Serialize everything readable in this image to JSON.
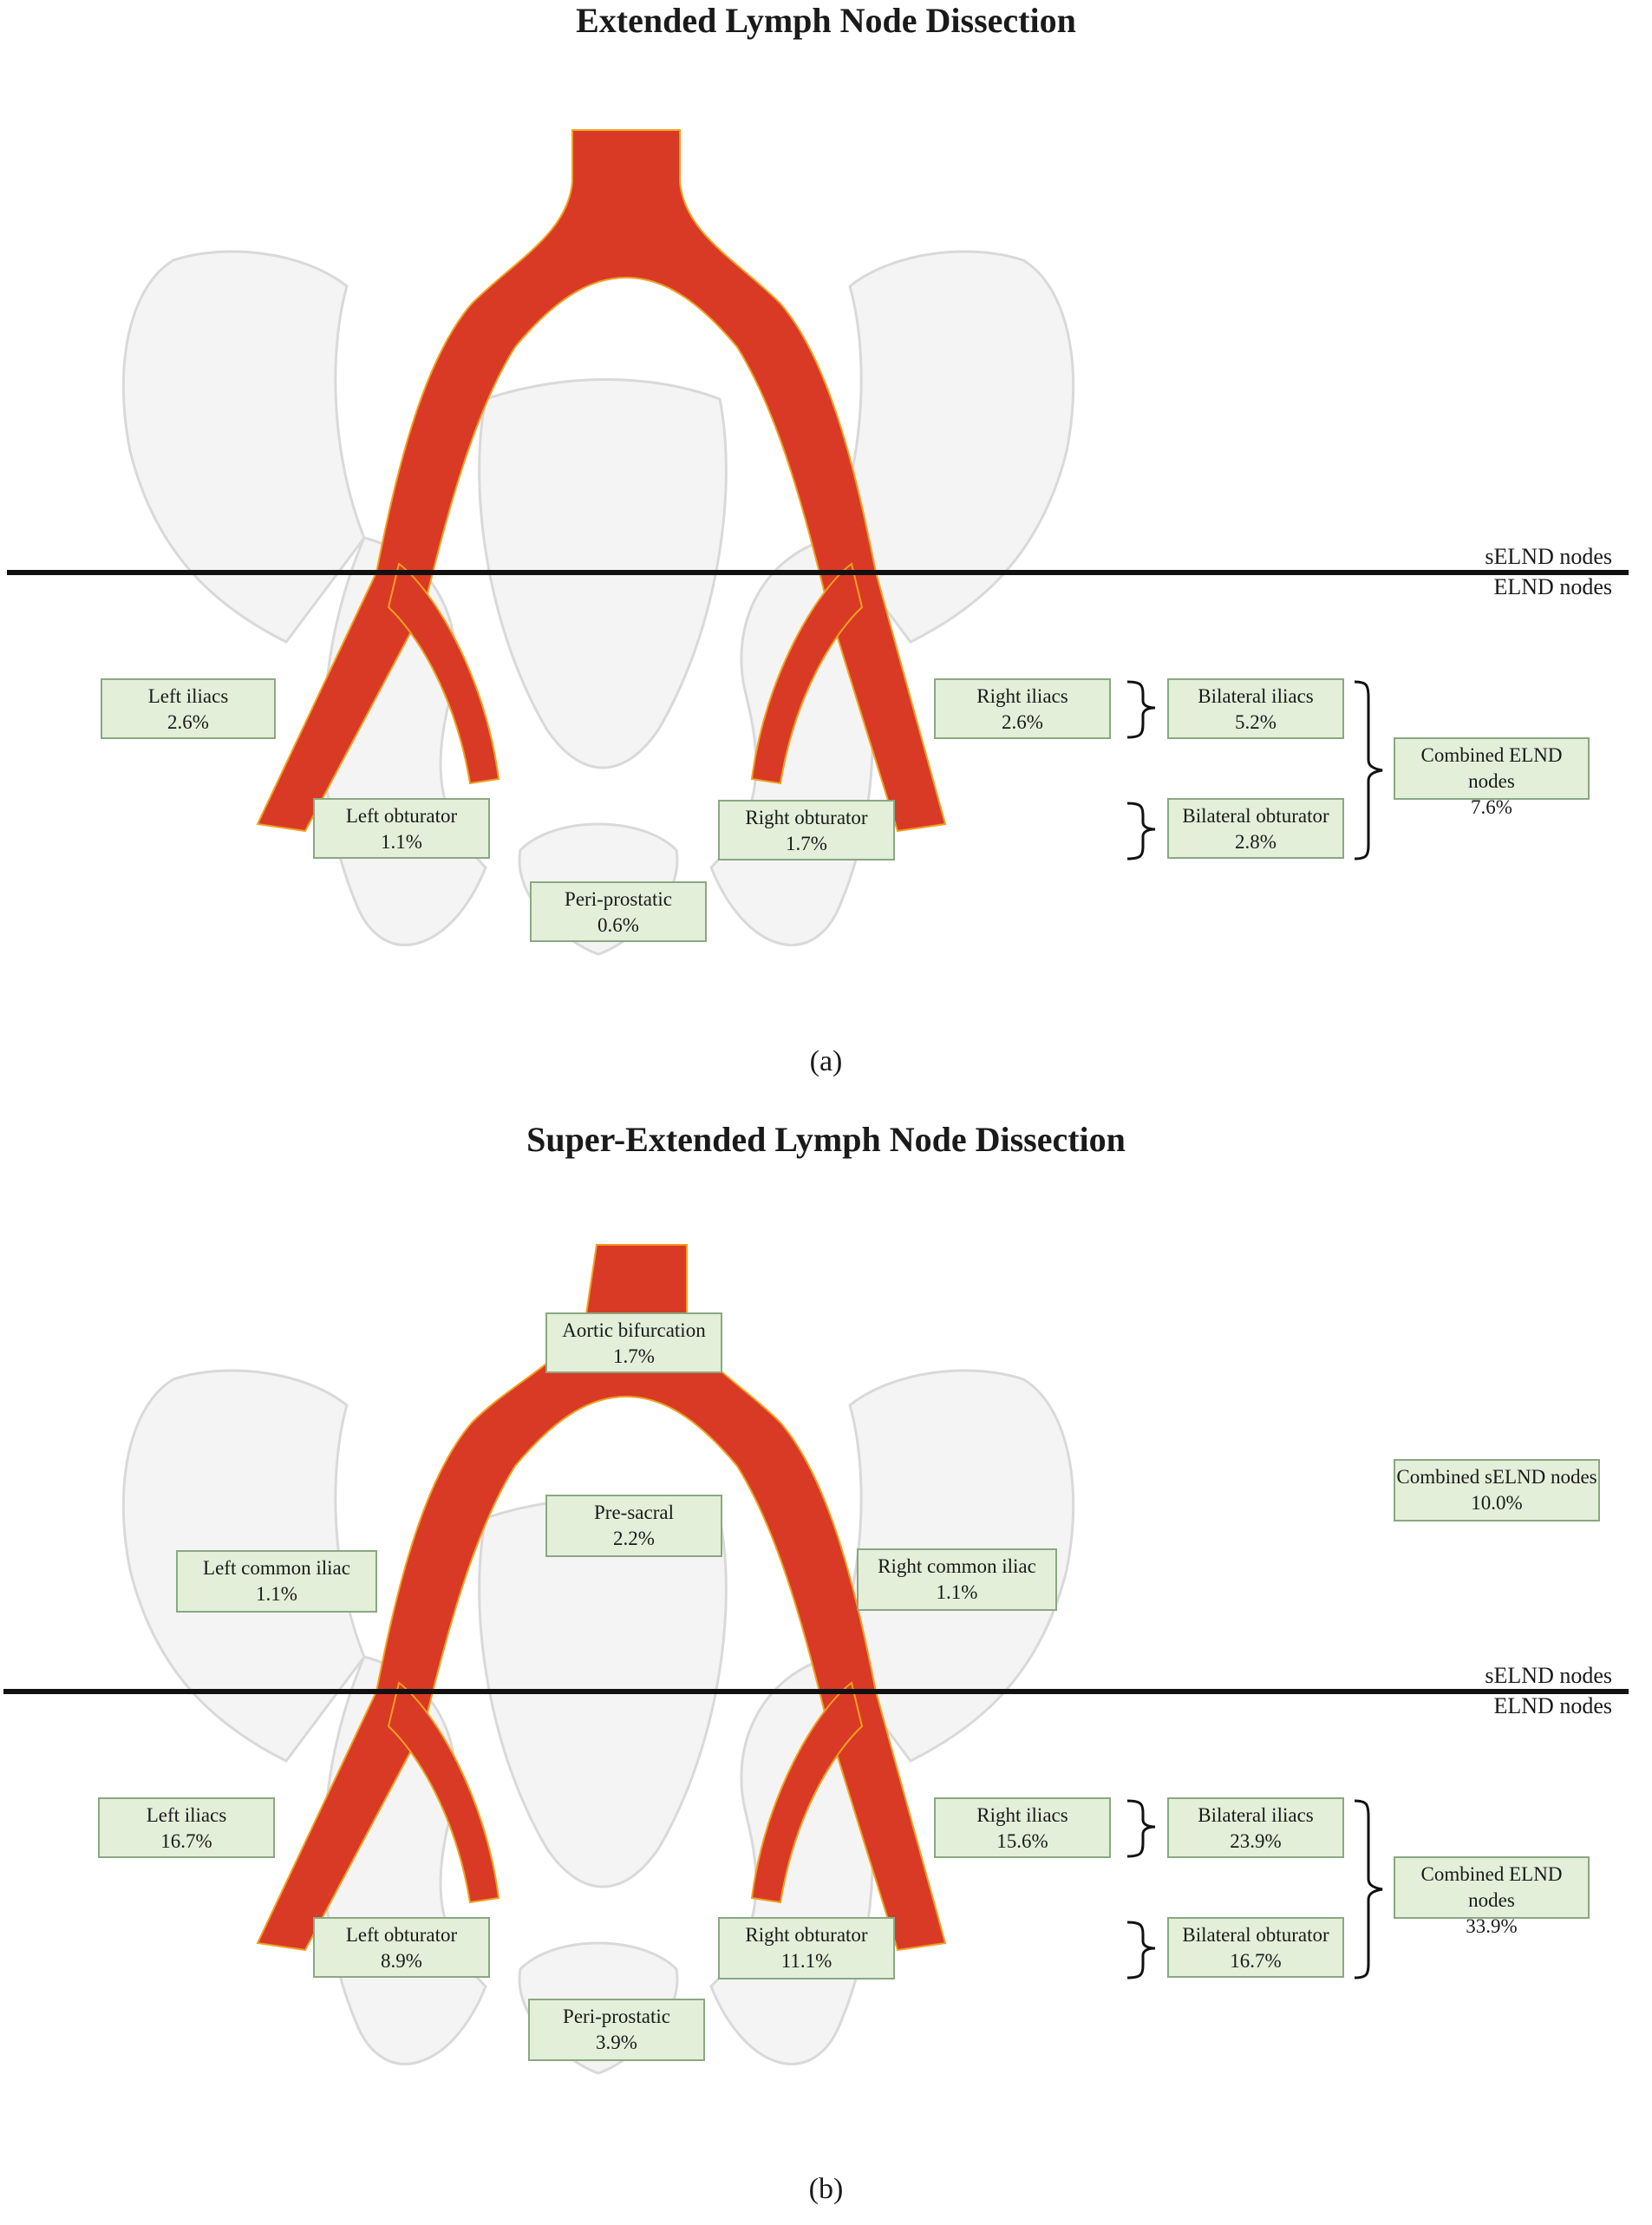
{
  "panel_a": {
    "title": "Extended Lymph Node Dissection",
    "caption": "(a)",
    "level_above": "sELND nodes",
    "level_below": "ELND nodes",
    "boxes": {
      "left_iliacs": {
        "label": "Left iliacs",
        "value": "2.6%"
      },
      "right_iliacs": {
        "label": "Right iliacs",
        "value": "2.6%"
      },
      "left_obturator": {
        "label": "Left obturator",
        "value": "1.1%"
      },
      "right_obturator": {
        "label": "Right obturator",
        "value": "1.7%"
      },
      "peri_prostatic": {
        "label": "Peri-prostatic",
        "value": "0.6%"
      },
      "bilateral_iliacs": {
        "label": "Bilateral iliacs",
        "value": "5.2%"
      },
      "bilateral_obturator": {
        "label": "Bilateral obturator",
        "value": "2.8%"
      },
      "combined_elnd": {
        "label": "Combined ELND nodes",
        "value": "7.6%"
      }
    }
  },
  "panel_b": {
    "title": "Super-Extended Lymph Node Dissection",
    "caption": "(b)",
    "level_above": "sELND nodes",
    "level_below": "ELND nodes",
    "boxes": {
      "aortic_bifurcation": {
        "label": "Aortic bifurcation",
        "value": "1.7%"
      },
      "pre_sacral": {
        "label": "Pre-sacral",
        "value": "2.2%"
      },
      "left_common_iliac": {
        "label": "Left common iliac",
        "value": "1.1%"
      },
      "right_common_iliac": {
        "label": "Right common iliac",
        "value": "1.1%"
      },
      "combined_selnd": {
        "label": "Combined sELND nodes",
        "value": "10.0%"
      },
      "left_iliacs": {
        "label": "Left iliacs",
        "value": "16.7%"
      },
      "right_iliacs": {
        "label": "Right iliacs",
        "value": "15.6%"
      },
      "left_obturator": {
        "label": "Left obturator",
        "value": "8.9%"
      },
      "right_obturator": {
        "label": "Right obturator",
        "value": "11.1%"
      },
      "peri_prostatic": {
        "label": "Peri-prostatic",
        "value": "3.9%"
      },
      "bilateral_iliacs": {
        "label": "Bilateral iliacs",
        "value": "23.9%"
      },
      "bilateral_obturator": {
        "label": "Bilateral obturator",
        "value": "16.7%"
      },
      "combined_elnd": {
        "label": "Combined ELND nodes",
        "value": "33.9%"
      }
    }
  },
  "colors": {
    "vessel": "#d93a25",
    "box_fill": "#e3efd9",
    "box_border": "#8aa882",
    "bone": "#f3f3f3"
  }
}
